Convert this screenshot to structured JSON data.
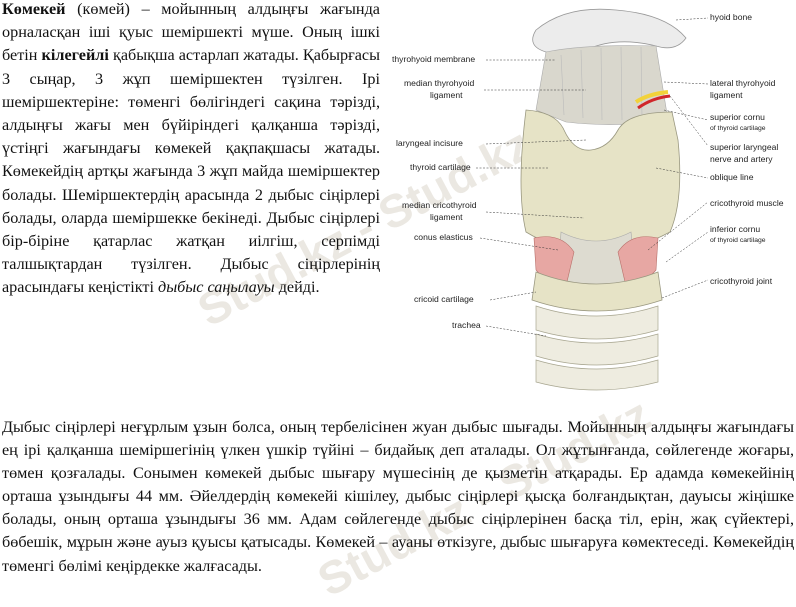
{
  "top_paragraph": {
    "term": "Көмекей",
    "t1": " (көмей) – мойынның алдыңғы жағында орналасқан іші қуыс шеміршекті мүше. Оның ішкі бетін ",
    "term2": "кілегейлі",
    "t2": " қабықша астарлап жатады. Қабырғасы 3 сыңар, 3 жұп шеміршектен түзілген. Ірі шеміршектеріне: төменгі бөлігіндегі сақина тәрізді, алдыңғы жағы мен бүйіріндегі қалқанша тәрізді, үстіңгі жағындағы көмекей қақпақшасы жатады. Көмекейдің артқы жағында 3 жұп майда шеміршектер болады. Шеміршектердің арасында 2 дыбыс сіңірлері болады, оларда шеміршекке бекінеді. Дыбыс сіңірлері бір-біріне қатарлас жатқан иілгіш, серпімді талшықтардан түзілген. Дыбыс сіңірлерінің арасындағы кеңістікті ",
    "term3": "дыбыс саңылауы",
    "t3": " дейді."
  },
  "bottom_paragraph": "Дыбыс сіңірлері неғұрлым ұзын болса, оның тербелісінен жуан дыбыс шығады. Мойынның алдыңғы жағындағы ең ірі қалқанша шеміршегінің үлкен үшкір түйіні – бидайық деп аталады. Ол жұтынғанда, сөйлегенде жоғары, төмен қозғалады. Сонымен көмекей дыбыс шығару мүшесінің де қызметін атқарады. Ер адамда көмекейінің орташа ұзындығы 44 мм. Әйелдердің көмекейі кішілеу, дыбыс сіңірлері қысқа болғандықтан, дауысы жіңішке болады, оның орташа ұзындығы 36 мм. Адам сөйлегенде дыбыс сіңірлерінен басқа тіл, ерін, жақ сүйектері, бөбешік, мұрын және ауыз қуысы қатысады. Көмекей – ауаны өткізуге, дыбыс шығаруға көмектеседі. Көмекейдің төменгі бөлімі кеңірдекке жалғасады.",
  "watermark": "Stud.kz - Stud.kz",
  "figure_labels": {
    "hyoid_bone": "hyoid bone",
    "thyrohyoid_membrane": "thyrohyoid membrane",
    "median_thyrohyoid_ligament_1": "median thyrohyoid",
    "median_thyrohyoid_ligament_2": "ligament",
    "lateral_thyrohyoid_ligament_1": "lateral thyrohyoid",
    "lateral_thyrohyoid_ligament_2": "ligament",
    "superior_cornu_1": "superior cornu",
    "superior_cornu_2": "of thyroid cartilage",
    "laryngeal_incisure": "laryngeal incisure",
    "superior_laryngeal_1": "superior laryngeal",
    "superior_laryngeal_2": "nerve and artery",
    "thyroid_cartilage": "thyroid cartilage",
    "oblique_line": "oblique line",
    "median_cricothyroid_1": "median cricothyroid",
    "median_cricothyroid_2": "ligament",
    "cricothyroid_muscle": "cricothyroid muscle",
    "conus_elasticus": "conus elasticus",
    "inferior_cornu_1": "inferior cornu",
    "inferior_cornu_2": "of thyroid cartilage",
    "cricothyroid_joint": "cricothyroid joint",
    "cricoid_cartilage": "cricoid cartilage",
    "trachea": "trachea"
  },
  "colors": {
    "cartilage": "#e6e3c8",
    "membrane": "#d8d6cc",
    "muscle": "#e7a7a3",
    "bone": "#eeeeee",
    "nerve": "#f2d23a",
    "artery": "#d0262a"
  }
}
